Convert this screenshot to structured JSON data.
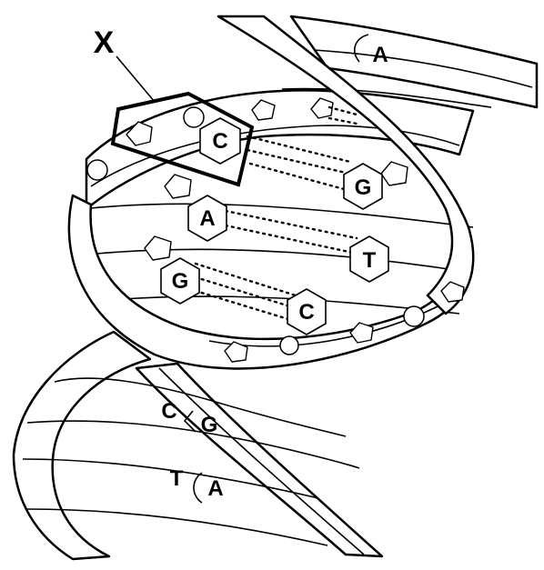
{
  "figure": {
    "callout_label": "X",
    "bases": {
      "top_right": "A",
      "c1": "C",
      "g1": "G",
      "a1": "A",
      "t1": "T",
      "g2": "G",
      "c2": "C",
      "lower_c": "C",
      "lower_g": "G",
      "lower_t": "T",
      "lower_a": "A"
    }
  }
}
